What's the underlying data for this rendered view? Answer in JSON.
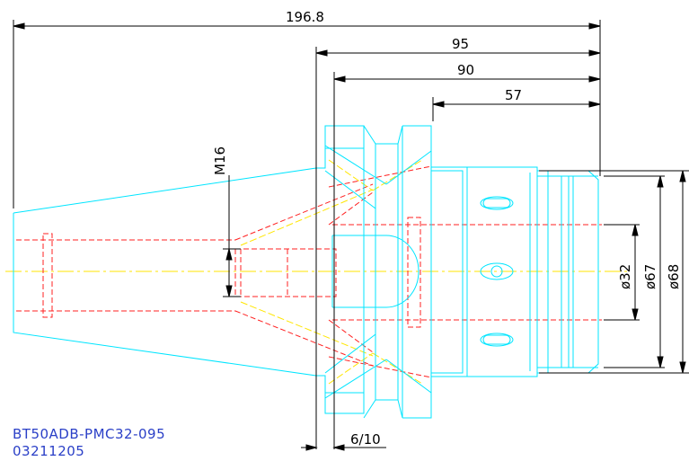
{
  "dimensions": {
    "overall_length": "196.8",
    "flange_length": "95",
    "body_length": "90",
    "nose_length": "57",
    "thread": "M16",
    "bore_diameter": "ø32",
    "nose_diameter": "ø67",
    "outer_diameter": "ø68",
    "flange_gap": "6/10"
  },
  "part": {
    "code": "BT50ADB-PMC32-095",
    "number": "03211205"
  },
  "colors": {
    "outline": "#00e5ff",
    "hidden": "#ff2020",
    "center": "#ffe600",
    "dimension": "#000000",
    "label": "#2a3fc7"
  }
}
